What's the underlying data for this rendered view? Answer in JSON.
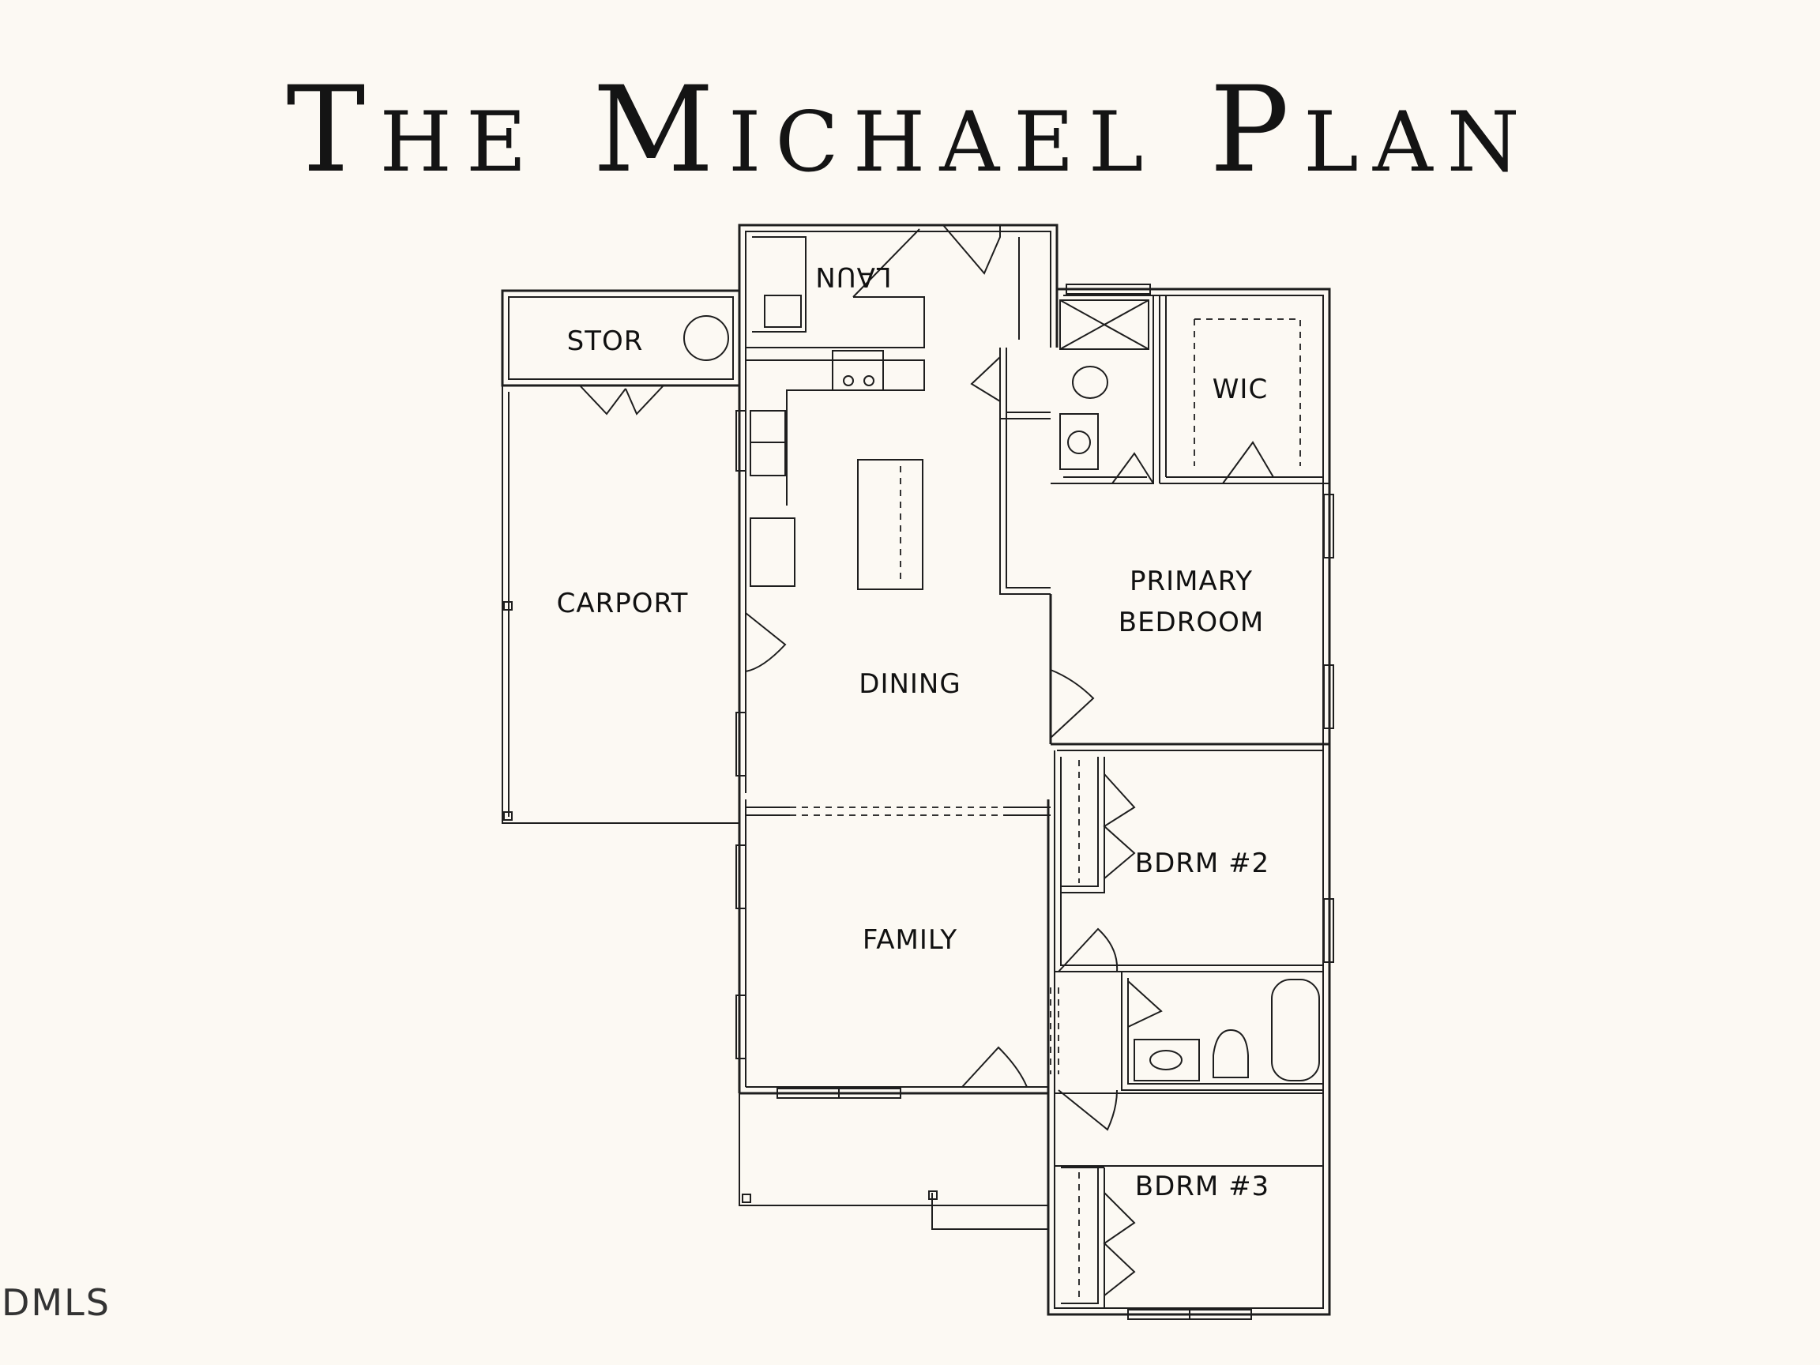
{
  "title": "The Michael Plan",
  "rooms": {
    "stor": "STOR",
    "laun": "LAUN",
    "wic": "WIC",
    "carport": "CARPORT",
    "primary_line1": "PRIMARY",
    "primary_line2": "BEDROOM",
    "dining": "DINING",
    "family": "FAMILY",
    "bdrm2": "BDRM #2",
    "bdrm3": "BDRM #3"
  },
  "watermark": "DMLS"
}
